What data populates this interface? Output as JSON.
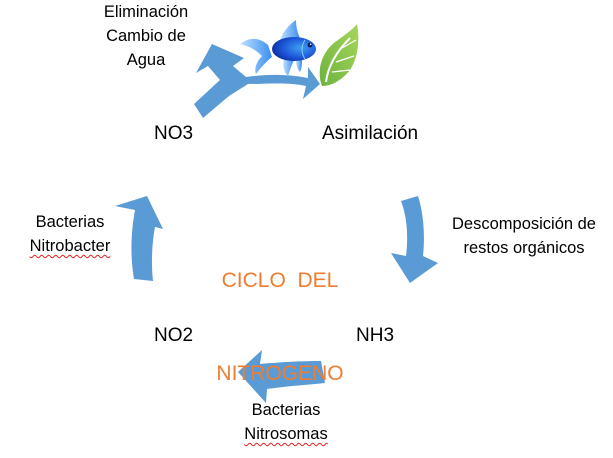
{
  "diagram": {
    "title_line1": "CICLO  DEL",
    "title_line2": "NITROGENO",
    "colors": {
      "arrow": "#5B9BD5",
      "title": "#ED7D31",
      "text": "#000000",
      "spellcheck_underline": "#E02020"
    },
    "nodes": {
      "no3": "NO3",
      "asimilacion": "Asimilación",
      "nh3": "NH3",
      "no2": "NO2"
    },
    "labels": {
      "eliminacion_line1": "Eliminación",
      "eliminacion_line2": "Cambio de",
      "eliminacion_line3": "Agua",
      "descomposicion_line1": "Descomposición de",
      "descomposicion_line2": "restos orgánicos",
      "nitrosomas_line1": "Bacterias",
      "nitrosomas_line2": "Nitrosomas",
      "nitrobacter_line1": "Bacterias",
      "nitrobacter_line2": "Nitrobacter"
    },
    "icons": {
      "fish": "fish-icon",
      "leaf": "leaf-icon"
    }
  }
}
